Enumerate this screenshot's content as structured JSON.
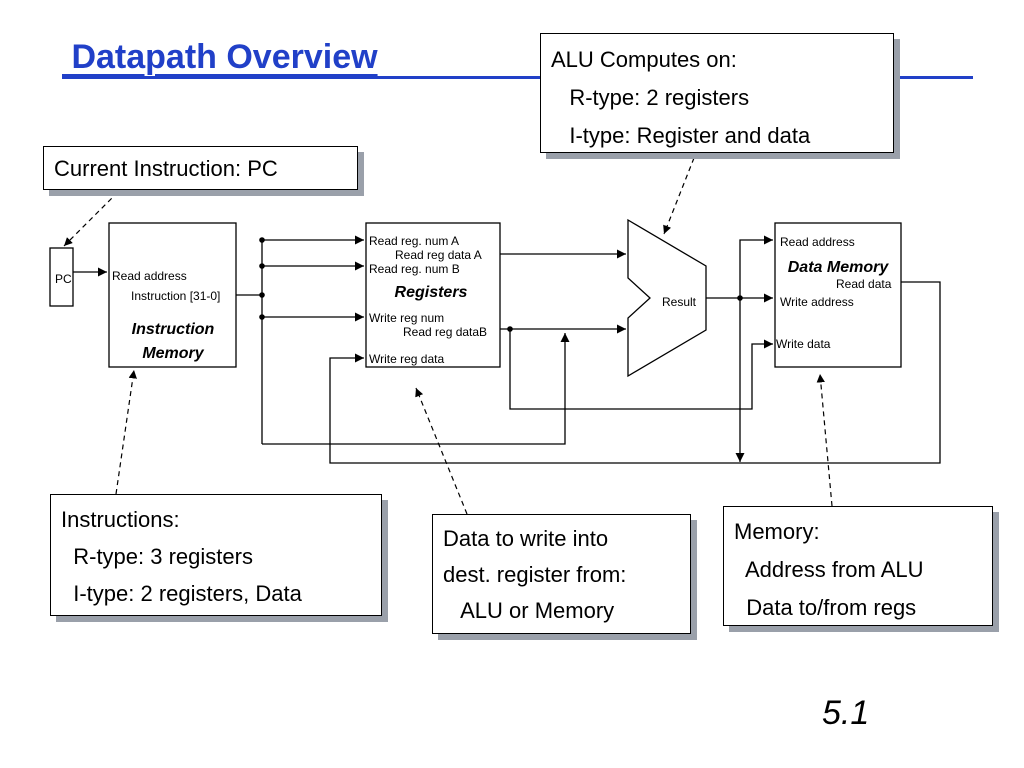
{
  "slide": {
    "title": " Datapath Overview",
    "page_number": "5.1"
  },
  "callouts": {
    "alu": [
      "ALU Computes on:",
      "   R-type: 2 registers",
      "   I-type: Register and data"
    ],
    "pc": [
      "Current Instruction: PC"
    ],
    "instructions": [
      "Instructions:",
      "  R-type: 3 registers",
      "  I-type: 2 registers, Data"
    ],
    "write_data": [
      "Data to write into",
      "dest. register from:",
      "   ALU or Memory"
    ],
    "memory": [
      "Memory:",
      "  Address from ALU",
      "  Data to/from regs"
    ]
  },
  "diagram": {
    "pc": {
      "label": "PC"
    },
    "instruction_memory": {
      "read_address": "Read address",
      "instruction": "Instruction [31-0]",
      "name_line1": "Instruction",
      "name_line2": "Memory"
    },
    "registers": {
      "read_reg_num_a": "Read reg. num A",
      "read_reg_data_a": "Read reg data A",
      "read_reg_num_b": "Read reg. num B",
      "name": "Registers",
      "write_reg_num": "Write reg num",
      "read_reg_data_b": "Read reg dataB",
      "write_reg_data": "Write reg data"
    },
    "alu": {
      "result": "Result"
    },
    "data_memory": {
      "read_address": "Read address",
      "name": "Data Memory",
      "read_data": "Read data",
      "write_address": "Write address",
      "write_data": "Write data"
    }
  }
}
